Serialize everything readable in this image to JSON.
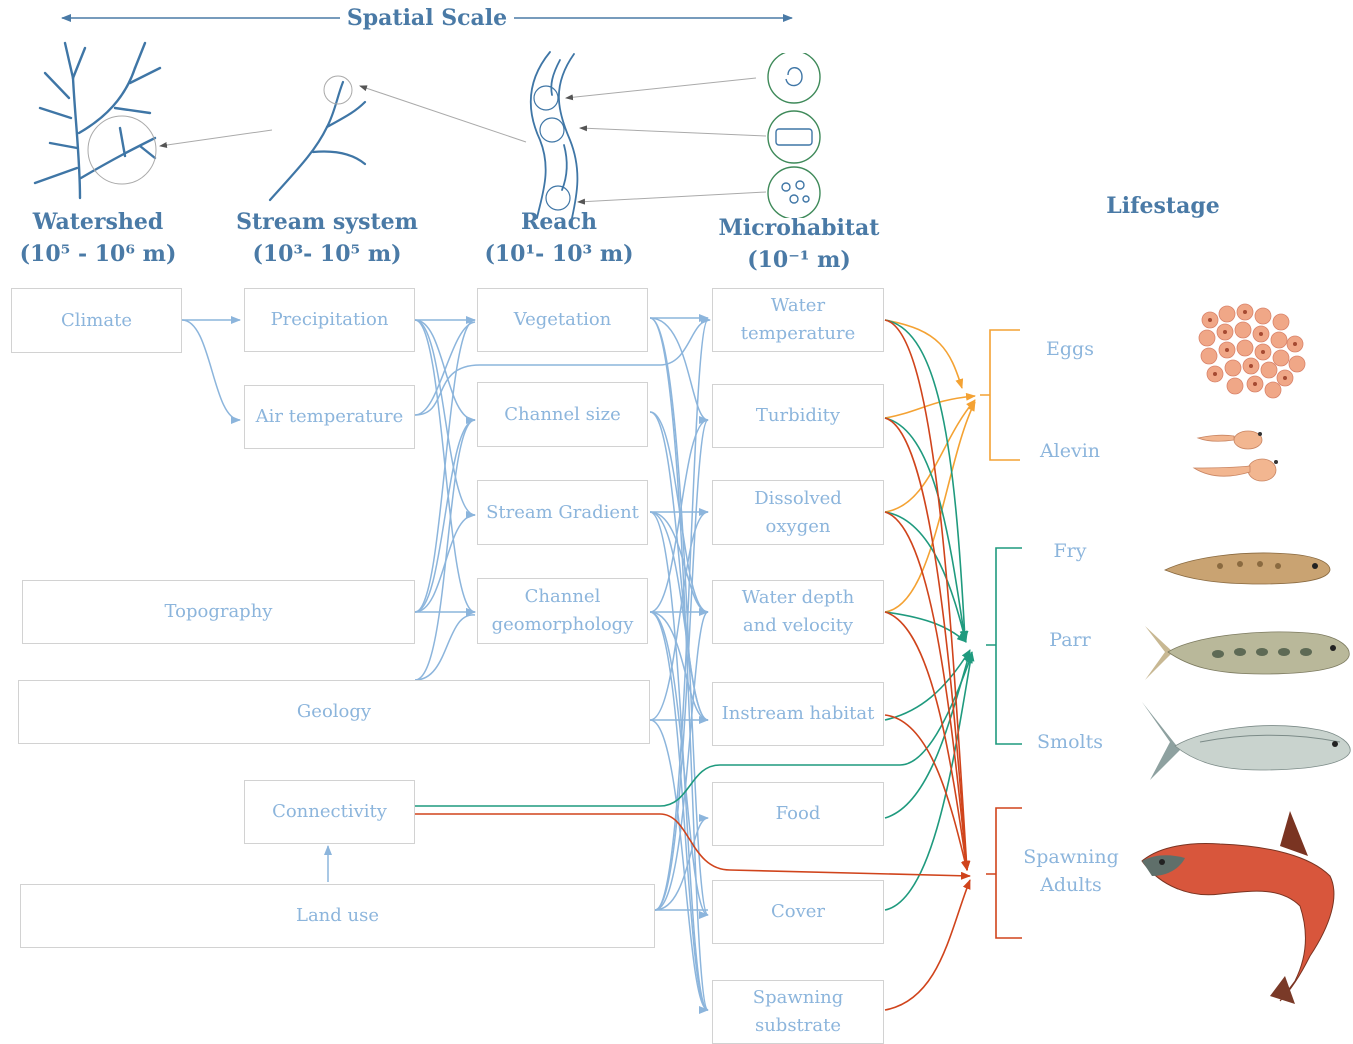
{
  "spatial_scale": "Spatial Scale",
  "lifestage_title": "Lifestage",
  "scales": {
    "watershed": {
      "name": "Watershed",
      "range": "(10⁵ - 10⁶ m)"
    },
    "stream_system": {
      "name": "Stream system",
      "range": "(10³- 10⁵ m)"
    },
    "reach": {
      "name": "Reach",
      "range": "(10¹- 10³ m)"
    },
    "microhabitat": {
      "name": "Microhabitat",
      "range": "(10⁻¹ m)"
    }
  },
  "factors": {
    "climate": "Climate",
    "precipitation": "Precipitation",
    "air_temperature": "Air temperature",
    "topography": "Topography",
    "geology": "Geology",
    "connectivity": "Connectivity",
    "land_use": "Land use",
    "vegetation": "Vegetation",
    "channel_size": "Channel size",
    "stream_gradient": "Stream Gradient",
    "channel_geomorphology": "Channel geomorphology",
    "water_temperature": "Water temperature",
    "turbidity": "Turbidity",
    "dissolved_oxygen": "Dissolved oxygen",
    "water_depth_velocity": "Water depth and velocity",
    "instream_habitat": "Instream habitat",
    "food": "Food",
    "cover": "Cover",
    "spawning_substrate": "Spawning substrate"
  },
  "lifestages": {
    "eggs": "Eggs",
    "alevin": "Alevin",
    "fry": "Fry",
    "parr": "Parr",
    "smolts": "Smolts",
    "spawning_adults": "Spawning Adults"
  },
  "colors": {
    "blue_arrow": "#8cb5dc",
    "header_blue": "#4a7aa6",
    "orange": "#f4a233",
    "green": "#1f9a7e",
    "red": "#d0441c"
  }
}
